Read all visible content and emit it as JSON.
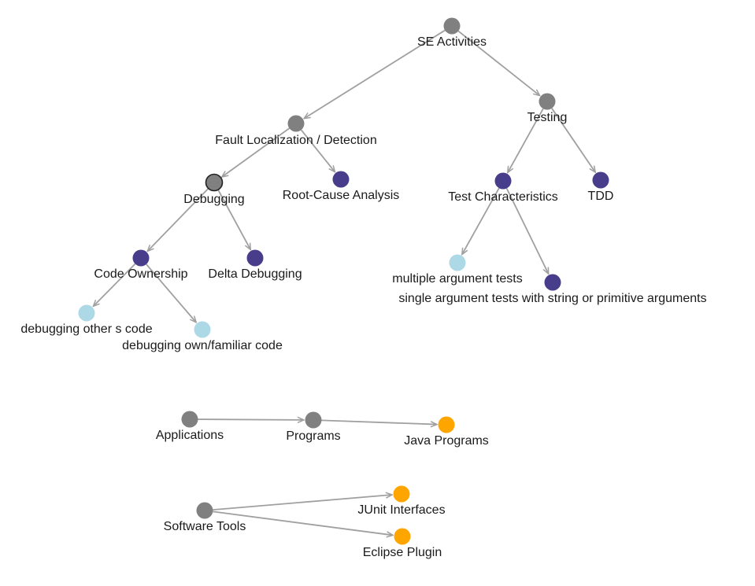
{
  "colors": {
    "grey": "#808080",
    "indigo": "#483d8b",
    "lightblue": "#add8e6",
    "orange": "#ffa500",
    "edge": "#a0a0a0"
  },
  "nodes": [
    {
      "id": "se-activities",
      "label": "SE Activities",
      "color": "grey"
    },
    {
      "id": "fault-localization",
      "label": "Fault Localization / Detection",
      "color": "grey"
    },
    {
      "id": "testing",
      "label": "Testing",
      "color": "grey"
    },
    {
      "id": "debugging",
      "label": "Debugging",
      "color": "grey",
      "selected": true
    },
    {
      "id": "root-cause-analysis",
      "label": "Root-Cause Analysis",
      "color": "indigo"
    },
    {
      "id": "test-characteristics",
      "label": "Test Characteristics",
      "color": "indigo"
    },
    {
      "id": "tdd",
      "label": "TDD",
      "color": "indigo"
    },
    {
      "id": "code-ownership",
      "label": "Code Ownership",
      "color": "indigo"
    },
    {
      "id": "delta-debugging",
      "label": "Delta Debugging",
      "color": "indigo"
    },
    {
      "id": "multiple-argument-tests",
      "label": "multiple argument tests",
      "color": "lightblue"
    },
    {
      "id": "single-argument-tests",
      "label": "single argument tests with string or primitive arguments",
      "color": "indigo"
    },
    {
      "id": "debugging-others-code",
      "label": "debugging other s code",
      "color": "lightblue"
    },
    {
      "id": "debugging-own-code",
      "label": "debugging own/familiar code",
      "color": "lightblue"
    },
    {
      "id": "applications",
      "label": "Applications",
      "color": "grey"
    },
    {
      "id": "programs",
      "label": "Programs",
      "color": "grey"
    },
    {
      "id": "java-programs",
      "label": "Java Programs",
      "color": "orange"
    },
    {
      "id": "software-tools",
      "label": "Software Tools",
      "color": "grey"
    },
    {
      "id": "junit-interfaces",
      "label": "JUnit Interfaces",
      "color": "orange"
    },
    {
      "id": "eclipse-plugin",
      "label": "Eclipse Plugin",
      "color": "orange"
    }
  ],
  "edges": [
    {
      "from": "se-activities",
      "to": "fault-localization"
    },
    {
      "from": "se-activities",
      "to": "testing"
    },
    {
      "from": "fault-localization",
      "to": "debugging"
    },
    {
      "from": "fault-localization",
      "to": "root-cause-analysis"
    },
    {
      "from": "testing",
      "to": "test-characteristics"
    },
    {
      "from": "testing",
      "to": "tdd"
    },
    {
      "from": "debugging",
      "to": "code-ownership"
    },
    {
      "from": "debugging",
      "to": "delta-debugging"
    },
    {
      "from": "test-characteristics",
      "to": "multiple-argument-tests"
    },
    {
      "from": "test-characteristics",
      "to": "single-argument-tests"
    },
    {
      "from": "code-ownership",
      "to": "debugging-others-code"
    },
    {
      "from": "code-ownership",
      "to": "debugging-own-code"
    },
    {
      "from": "applications",
      "to": "programs"
    },
    {
      "from": "programs",
      "to": "java-programs"
    },
    {
      "from": "software-tools",
      "to": "junit-interfaces"
    },
    {
      "from": "software-tools",
      "to": "eclipse-plugin"
    }
  ]
}
